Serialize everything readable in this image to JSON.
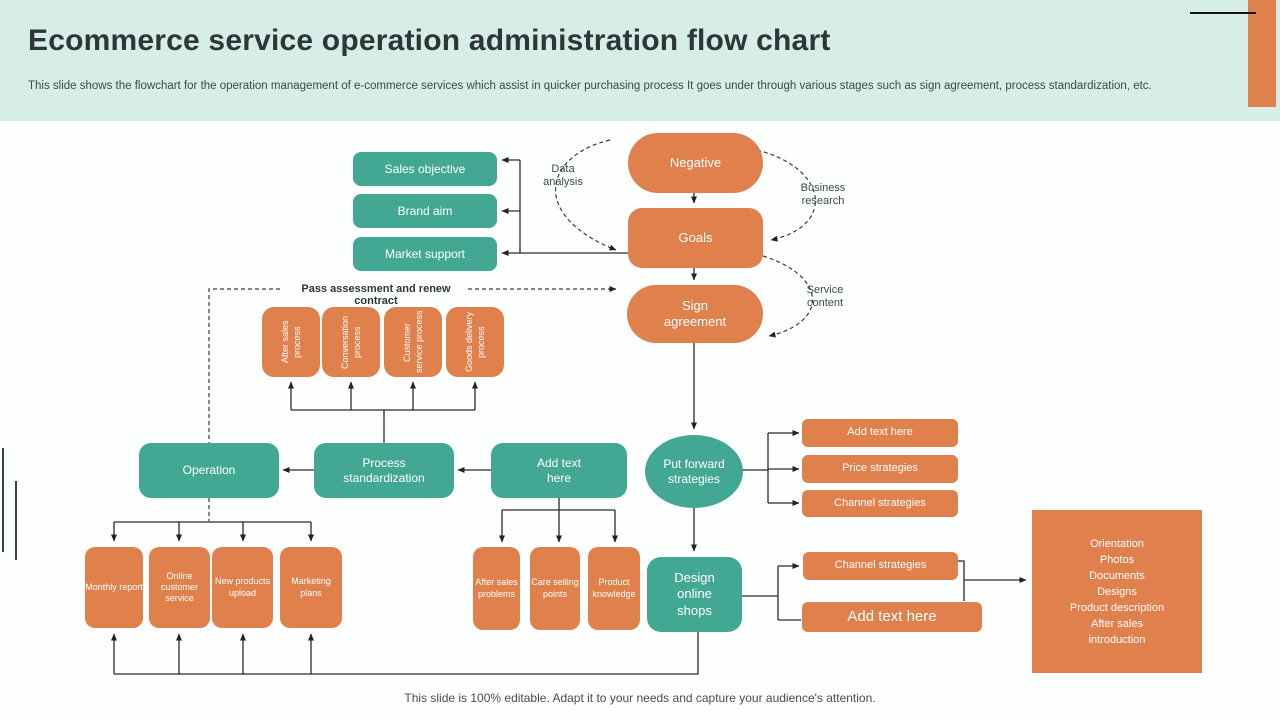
{
  "slide": {
    "title": "Ecommerce service operation administration flow chart",
    "subtitle": "This slide shows the flowchart for the operation management of e-commerce services which assist in quicker purchasing process It goes under through various stages such as sign agreement, process standardization, etc.",
    "footer": "This slide is 100% editable. Adapt it to your needs and capture your audience's attention."
  },
  "colors": {
    "orange": "#e0804c",
    "teal": "#42a894",
    "header_mint": "#d7ede7",
    "line": "#2b2b2b"
  },
  "nodes": {
    "sales_objective": "Sales objective",
    "brand_aim": "Brand aim",
    "market_support": "Market support",
    "negative": "Negative",
    "goals": "Goals",
    "sign_agreement": "Sign agreement",
    "after_sales_process": "After sales process",
    "conversation_process": "Conversation process",
    "customer_service_process": "Customer service process",
    "goods_delivery_process": "Goods delivery process",
    "operation": "Operation",
    "process_standardization": "Process standardization",
    "add_text_mid": "Add text here",
    "put_forward_strategies": "Put forward strategies",
    "add_text_right": "Add text here",
    "price_strategies": "Price strategies",
    "channel_strategies": "Channel strategies",
    "monthly_report": "Monthly report",
    "online_customer_service": "Online customer service",
    "new_products_upload": "New products upload",
    "marketing_plans": "Marketing plans",
    "after_sales_problems": "After sales problems",
    "care_selling_points": "Care selling points",
    "product_knowledge": "Product knowledge",
    "design_online_shops": "Design online shops",
    "channel_strategies_2": "Channel  strategies",
    "add_text_bottom": "Add text here",
    "orientation_list": "Orientation\nPhotos\nDocuments\nDesigns\nProduct description\nAfter sales\nintroduction"
  },
  "labels": {
    "data_analysis": "Data analysis",
    "business_research": "Business research",
    "service_content": "Service content",
    "pass_assessment": "Pass assessment and renew contract"
  }
}
